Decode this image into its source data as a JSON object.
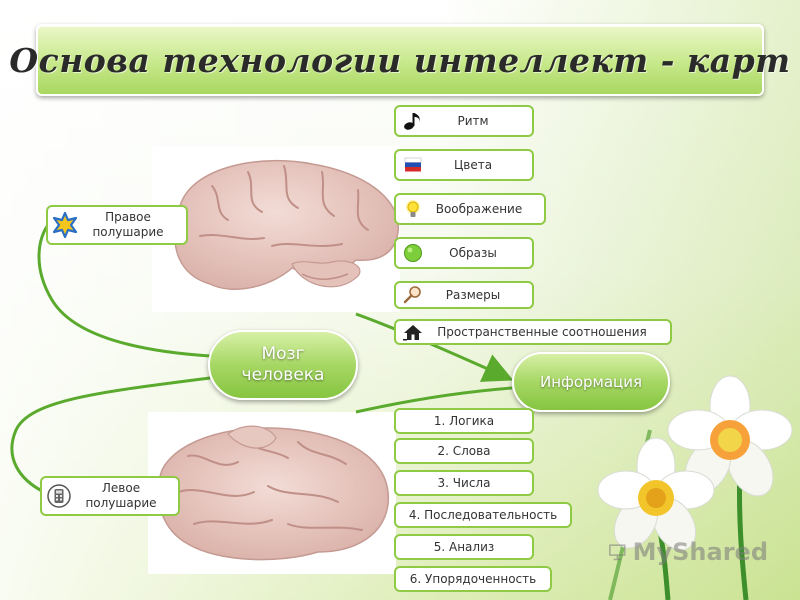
{
  "title": "Основа технологии интеллект - карт",
  "center": {
    "label": "Мозг человека"
  },
  "information": {
    "label": "Информация"
  },
  "hemispheres": {
    "right": {
      "label": "Правое\nполушарие",
      "icon": "star-icon"
    },
    "left": {
      "label": "Левое\nполушарие",
      "icon": "calculator-icon"
    }
  },
  "right_items": [
    {
      "label": "Ритм",
      "icon": "music-note-icon"
    },
    {
      "label": "Цвета",
      "icon": "flag-icon"
    },
    {
      "label": "Воображение",
      "icon": "lightbulb-icon"
    },
    {
      "label": "Образы",
      "icon": "green-ball-icon"
    },
    {
      "label": "Размеры",
      "icon": "magnifier-icon"
    },
    {
      "label": "Пространственные соотношения",
      "icon": "house-icon"
    }
  ],
  "left_items": [
    {
      "label": "1. Логика"
    },
    {
      "label": "2. Слова"
    },
    {
      "label": "3. Числа"
    },
    {
      "label": "4. Последовательность"
    },
    {
      "label": "5. Анализ"
    },
    {
      "label": "6. Упорядоченность"
    }
  ],
  "colors": {
    "accent": "#8fca45",
    "connector": "#5aaa2e"
  }
}
